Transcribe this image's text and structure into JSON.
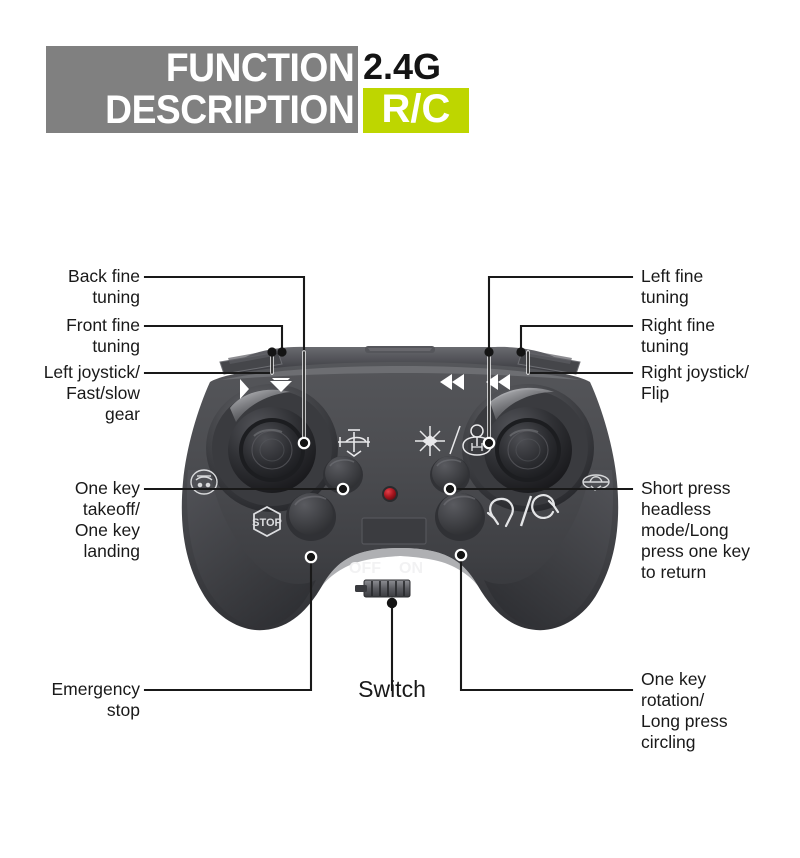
{
  "header": {
    "title": "FUNCTION\nDESCRIPTION",
    "freq": "2.4G",
    "rc": "R/C",
    "band_color": "#808080",
    "rc_color": "#bed600"
  },
  "callouts": {
    "back_fine_tuning": "Back fine\ntuning",
    "front_fine_tuning": "Front fine\ntuning",
    "left_joystick": "Left joystick/\nFast/slow\ngear",
    "one_key_takeoff": "One key\ntakeoff/\nOne key\nlanding",
    "emergency_stop": "Emergency\nstop",
    "left_fine_tuning": "Left fine\ntuning",
    "right_fine_tuning": "Right fine\ntuning",
    "right_joystick": "Right joystick/\nFlip",
    "short_press_headless": "Short press\nheadless\nmode/Long\npress one key\nto return",
    "one_key_rotation": "One key\nrotation/\nLong press\ncircling",
    "switch": "Switch"
  },
  "device": {
    "switch_off_label": "OFF",
    "switch_on_label": "ON",
    "stop_label": "STOP",
    "body_color": "#4a4a4d",
    "body_dark": "#2e2e31",
    "led_color": "#b01820"
  }
}
